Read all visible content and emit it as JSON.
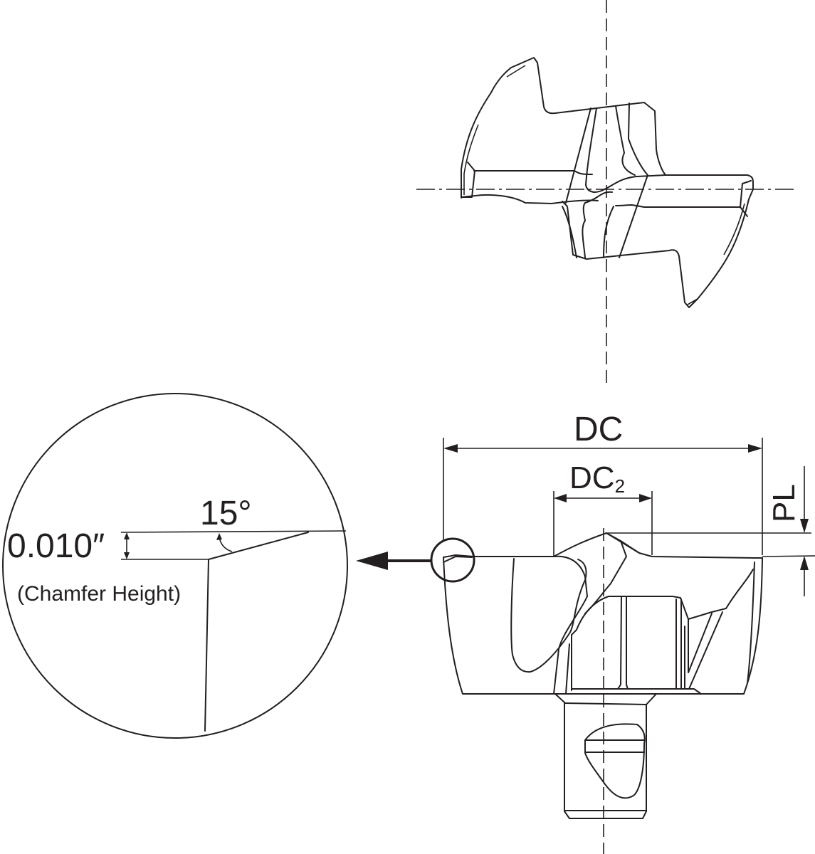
{
  "diagram": {
    "type": "technical-drawing",
    "subject": "Drill insert tip - end view, side view and chamfer detail",
    "stroke_color": "#231f20",
    "background_color": "#ffffff"
  },
  "labels": {
    "dc": "DC",
    "dc2_main": "DC",
    "dc2_sub": "2",
    "pl": "PL",
    "angle": "15°",
    "chamfer_value": "0.010″",
    "chamfer_caption": "(Chamfer Height)"
  },
  "views": {
    "end_view": "Top: end view of the cutting tip with crosshair center lines",
    "side_view": "Bottom right: side view with DC, DC2 and PL dimensions",
    "detail_view": "Bottom left: magnified circular detail of the corner chamfer"
  }
}
